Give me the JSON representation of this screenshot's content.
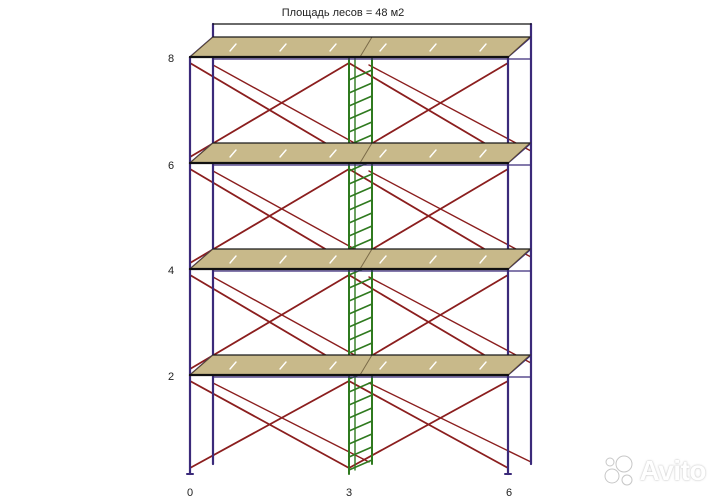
{
  "title": "Площадь лесов = 48 м2",
  "y_labels": [
    "2",
    "4",
    "6",
    "8"
  ],
  "x_labels": [
    "0",
    "3",
    "6"
  ],
  "watermark": "Avito",
  "colors": {
    "frame": "#3b2a7a",
    "brace": "#8b1e1e",
    "ladder": "#2f7a1f",
    "deck": "#c8b98a",
    "deck_edge": "#5a4a30"
  },
  "icons": [
    "avito-logo-icon"
  ]
}
